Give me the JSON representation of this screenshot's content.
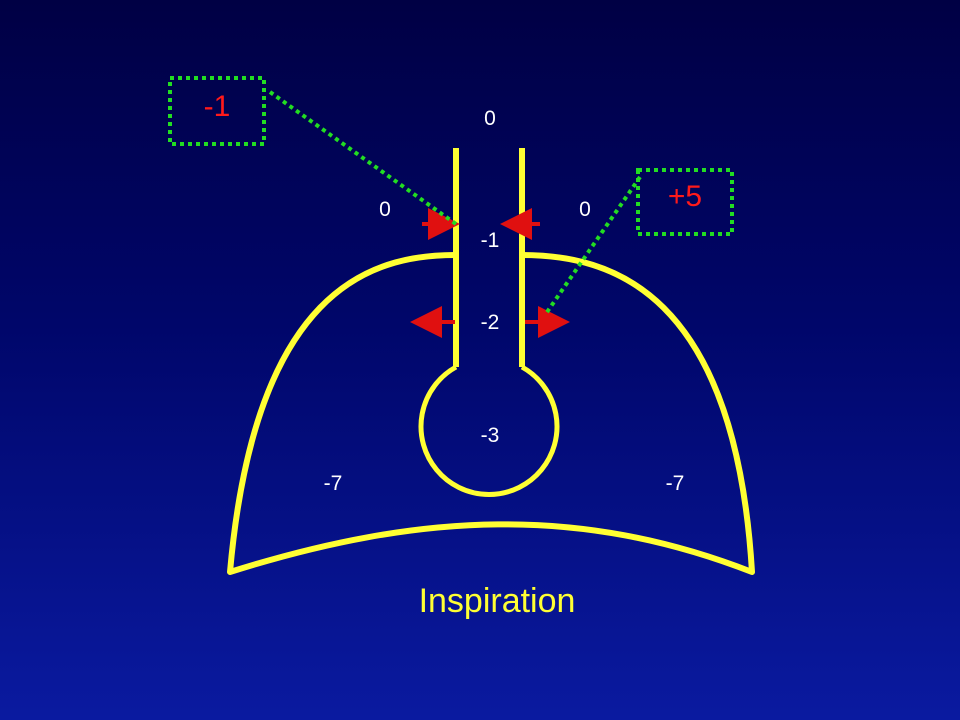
{
  "labels": {
    "trachea_top": "0",
    "left_outside": "0",
    "right_outside": "0",
    "airway_upper": "-1",
    "airway_mid": "-2",
    "alveolus": "-3",
    "pleural_left": "-7",
    "pleural_right": "-7"
  },
  "callouts": {
    "left_box": "-1",
    "right_box": "+5"
  },
  "caption": "Inspiration",
  "colors": {
    "wall": "#ffff33",
    "arrow": "#e01010",
    "callout_text": "#ff1a1a",
    "dotted": "#22dd22",
    "label": "#ffffff",
    "caption": "#ffff33"
  }
}
